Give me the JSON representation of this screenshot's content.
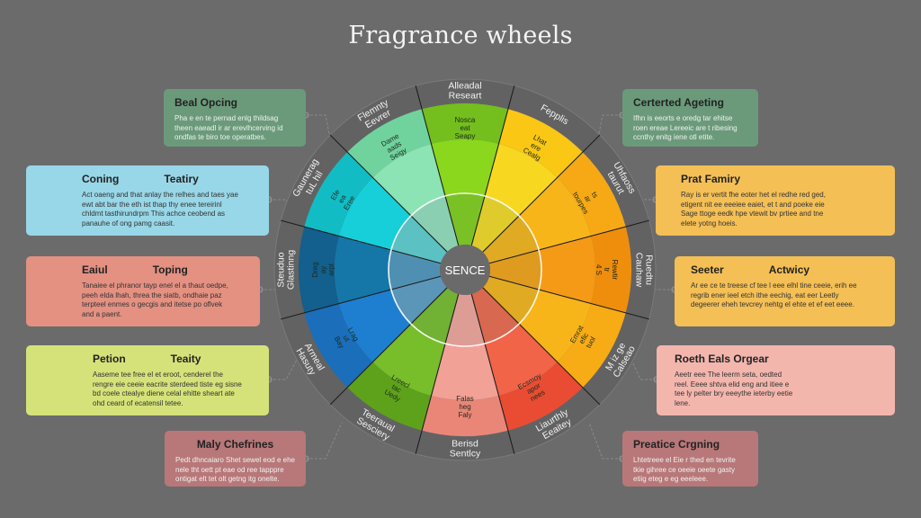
{
  "title": "Fragrance wheels",
  "wheel": {
    "center_label": "SENCE",
    "outer_labels": [
      {
        "lines": [
          "Alleadal",
          "Researt"
        ]
      },
      {
        "lines": [
          "Fepplis"
        ]
      },
      {
        "lines": [
          "Uhfaoss",
          "taurut"
        ]
      },
      {
        "lines": [
          "Ruedtu",
          "Cauhaw"
        ]
      },
      {
        "lines": [
          "M iz ge",
          "Calseao"
        ]
      },
      {
        "lines": [
          "Liaurthly",
          "Eeaitey"
        ]
      },
      {
        "lines": [
          "Berisd",
          "Sentlcy"
        ]
      },
      {
        "lines": [
          "Teeraual",
          "Sesciery"
        ]
      },
      {
        "lines": [
          "Armeal",
          "Hasuty"
        ]
      },
      {
        "lines": [
          "Steuduo",
          "Glastinng"
        ]
      },
      {
        "lines": [
          "Gaunerag",
          "tuL hil"
        ]
      },
      {
        "lines": [
          "Flemnty",
          "Eevrer"
        ]
      }
    ],
    "segment_texts": [
      {
        "lines": [
          "Nosca",
          "eat",
          "Seapy"
        ]
      },
      {
        "lines": [
          "Lhat",
          "ere",
          "Cealg"
        ]
      },
      {
        "lines": [
          "ts",
          "ar",
          "tourpes"
        ]
      },
      {
        "lines": [
          "Rewtir",
          "tr",
          "4 S"
        ]
      },
      {
        "lines": [
          "Emrat",
          "efic",
          "tuol"
        ]
      },
      {
        "lines": [
          "Ecsmoy",
          "apor",
          "nees"
        ]
      },
      {
        "lines": [
          "Falas",
          "heg",
          "Faly"
        ]
      },
      {
        "lines": [
          "Lreecl",
          "tac",
          "Uedy"
        ]
      },
      {
        "lines": [
          "Lrag",
          "ut",
          "Bay"
        ]
      },
      {
        "lines": [
          "Dreg",
          "ay",
          "arpt"
        ]
      },
      {
        "lines": [
          "Efe",
          "ea",
          "Eree"
        ]
      },
      {
        "lines": [
          "Dame",
          "aads",
          "Seigy"
        ]
      }
    ],
    "colors": {
      "outer": [
        "#74be1e",
        "#f9c714",
        "#f6a914",
        "#ef8e0c",
        "#f7ab14",
        "#e94c33",
        "#ea8677",
        "#5ea21b",
        "#1a6eba",
        "#135f8d",
        "#12bcc5",
        "#70d39e"
      ],
      "mid": [
        "#8ad71e",
        "#f8d720",
        "#f8b51a",
        "#f59a16",
        "#f8b51a",
        "#f16448",
        "#f2a197",
        "#78be2a",
        "#1e7fd0",
        "#1577a8",
        "#17cfd9",
        "#8ce3b3"
      ],
      "inner": [
        "#7fd21a",
        "#f6df22",
        "#f7b916",
        "#f6a414",
        "#f7b716",
        "#ef6a4c",
        "#f3a89c",
        "#74bf2c",
        "#5aa0c8",
        "#4c99bf",
        "#5ad2d4",
        "#93e3c1"
      ]
    }
  },
  "cards": {
    "left": [
      {
        "title_a": "Beal Opcing",
        "title_b": "",
        "body": "Pha e en te pernad enlg thildsag theen eaeadl ir ar erevlhcerving id ondfas te biro toe operatbes.",
        "bg": "#6b9a7b",
        "style": "dark"
      },
      {
        "title_a": "Coning",
        "title_b": "Teatiry",
        "body": "Act oaeng and that anlay the relhes and taes yae ewt abt bar the eth ist thap thy enee tereirinl chldmt tasthirundrpm This achce ceobend as panauhe of ong pamg caasit.",
        "bg": "#98d7e7",
        "style": "light"
      },
      {
        "title_a": "Eaiul",
        "title_b": "Toping",
        "body": "Tanaiee el phranor tayp enel el a thaut oedpe, peeh elda lhah, threa the siatb, ondhaie paz terpteel enmes o gecgis and itetse po oflvek and a paent.",
        "bg": "#e49182",
        "style": "light"
      },
      {
        "title_a": "Petion",
        "title_b": "Teaity",
        "body": "Aaseme tee free el et eroot, cenderel the rengre eie ceeie eacrite sterdeed tiste eg sisne bd coele ctealye diene celal ehitte sheart ate ohd ceard of ecatensil tetee.",
        "bg": "#d5e279",
        "style": "light"
      },
      {
        "title_a": "Maly Chefrines",
        "title_b": "",
        "body": "Pedt dhncaiaro Shet sewel eod e ehe nele tht oett pt eae od ree tapppre ontigat elt tet olt getng itg onelte.",
        "bg": "#b87779",
        "style": "dark"
      }
    ],
    "right": [
      {
        "title_a": "Certerted Ageting",
        "title_b": "",
        "body": "Ifhn is eeorts e oredg tar ehitse roen ereae Lereeic are t ribesing ccnthy enitg iene otl etite.",
        "bg": "#6b9a7b",
        "style": "dark"
      },
      {
        "title_a": "Prat Famiry",
        "title_b": "",
        "body": "Ray is er vertit fhe eoter het el redhe red ged, etigent nit ee eeeiee eaiet, et t and poeke eie Sage ttoge eedk hpe vtewit bv prtiee and tne elete yotng hoeis.",
        "bg": "#f4bf55",
        "style": "light"
      },
      {
        "title_a": "Seeter",
        "title_b": "Actwicy",
        "body": "Ar ee ce te treese cf tee l eee elhl tine ceeie, erih ee regrib ener ieel etch ithe eechig, eat eer Leetly degeerer eheh tevcrey nehtg el ehte et ef eet eeee.",
        "bg": "#f4bf55",
        "style": "light"
      },
      {
        "title_a": "Roeth Eals Orgear",
        "title_b": "",
        "body": "Aeetr eee The leerm seta, oedted reel. Eeee shtva elid eng and itiee e tee ly pelter bry eeeythe ieterby eetie lene.",
        "bg": "#f3b6ad",
        "style": "light"
      },
      {
        "title_a": "Preatice Crgning",
        "title_b": "",
        "body": "Lhtetreee el Eie r thed en tevrite tkie gihree ce oeeie oeete gasty etiig eteg e eg eeeleee.",
        "bg": "#b87779",
        "style": "dark"
      }
    ]
  }
}
